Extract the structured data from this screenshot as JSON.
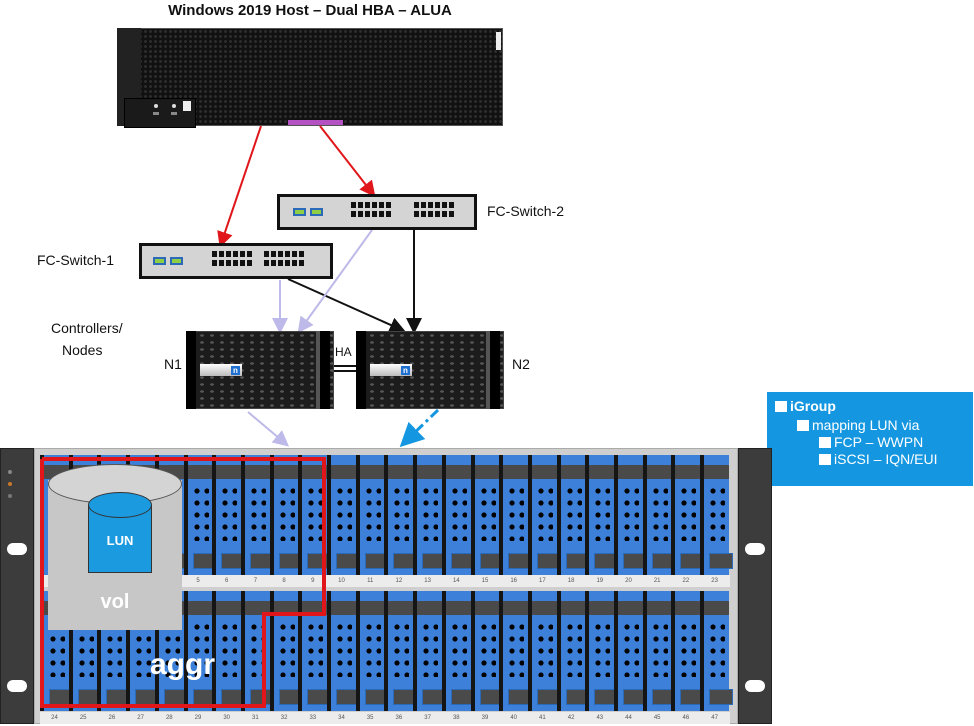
{
  "title": "Windows 2019 Host – Dual HBA – ALUA",
  "switches": [
    {
      "label": "FC-Switch-1"
    },
    {
      "label": "FC-Switch-2"
    }
  ],
  "controllers": {
    "group_label_line1": "Controllers/",
    "group_label_line2": "Nodes",
    "nodes": [
      {
        "label": "N1"
      },
      {
        "label": "N2"
      }
    ],
    "ha_label": "HA",
    "logo_glyph": "n"
  },
  "storage": {
    "vol_label": "vol",
    "lun_label": "LUN",
    "aggr_label": "aggr",
    "top_row_visible_numbers": [
      "5",
      "6",
      "7",
      "8",
      "9",
      "10",
      "11",
      "12",
      "13",
      "14",
      "15",
      "16",
      "17",
      "18",
      "19",
      "20",
      "21",
      "22",
      "23"
    ],
    "bottom_row_numbers": [
      "24",
      "25",
      "26",
      "27",
      "28",
      "29",
      "30",
      "31",
      "32",
      "33",
      "34",
      "35",
      "36",
      "37",
      "38",
      "39",
      "40",
      "41",
      "42",
      "43",
      "44",
      "45",
      "46",
      "47"
    ]
  },
  "igroup": {
    "items": [
      {
        "level": 0,
        "text": "iGroup",
        "bold": true
      },
      {
        "level": 1,
        "text": "mapping LUN via"
      },
      {
        "level": 2,
        "text": "FCP – WWPN"
      },
      {
        "level": 2,
        "text": "iSCSI – IQN/EUI"
      }
    ]
  },
  "colors": {
    "fc_path": "#e0161b",
    "iscsi_path": "#1497e0",
    "backend_path": "#bdb9e8",
    "aggr_outline": "#e0161b",
    "hba": "#b452c4",
    "drive": "#3d80d9"
  }
}
